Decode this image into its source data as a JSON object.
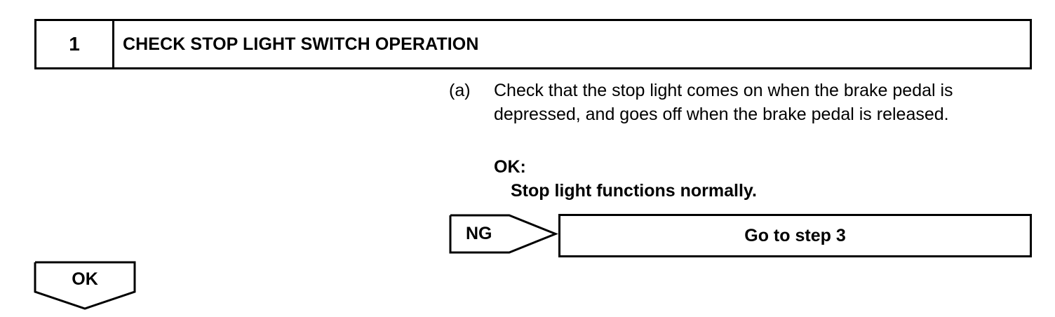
{
  "step": {
    "number": "1",
    "title": "CHECK STOP LIGHT SWITCH OPERATION"
  },
  "instruction": {
    "marker": "(a)",
    "text": "Check that the stop light comes on when the brake pedal is depressed, and goes off when the brake pedal is released.",
    "ok_label": "OK:",
    "ok_result": "Stop light functions normally."
  },
  "ng_branch": {
    "label": "NG",
    "target": "Go to step 3"
  },
  "ok_branch": {
    "label": "OK"
  }
}
